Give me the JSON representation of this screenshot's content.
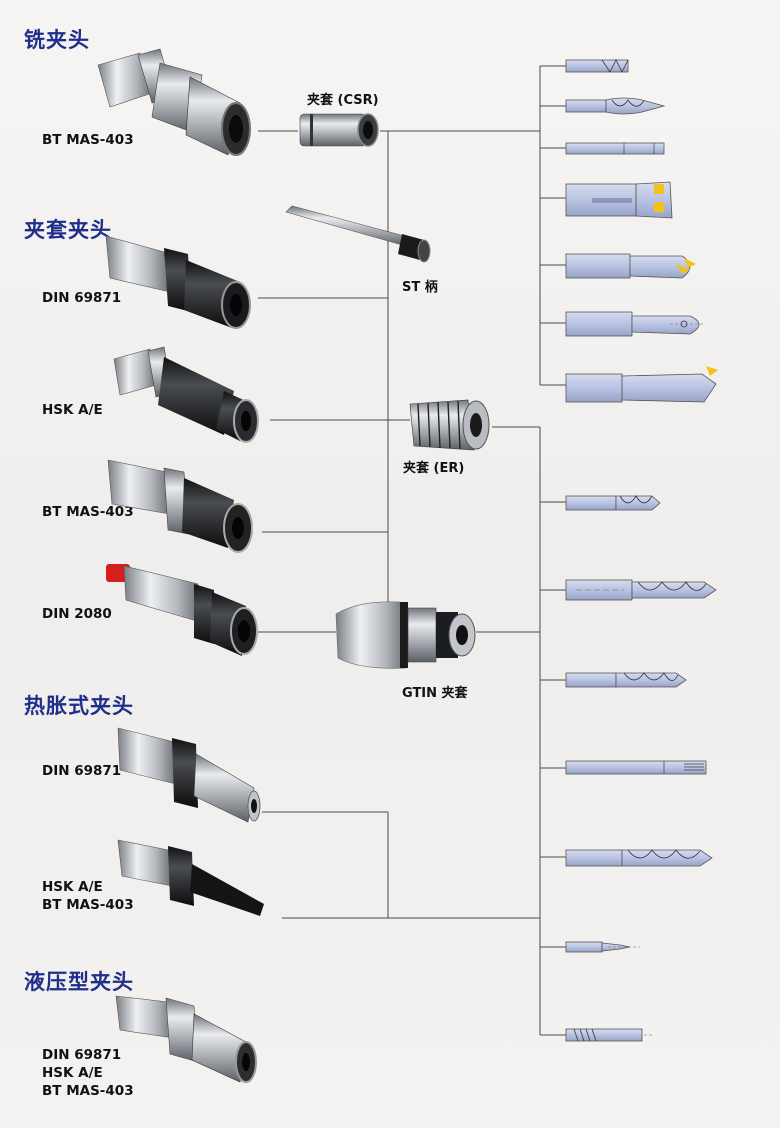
{
  "sections": [
    {
      "title": "铣夹头"
    },
    {
      "title": "夹套夹头"
    },
    {
      "title": "热胀式夹头"
    },
    {
      "title": "液压型夹头"
    }
  ],
  "holders": [
    {
      "lines": [
        "BT MAS-403"
      ]
    },
    {
      "lines": [
        "DIN 69871"
      ]
    },
    {
      "lines": [
        "HSK A/E"
      ]
    },
    {
      "lines": [
        "BT MAS-403"
      ]
    },
    {
      "lines": [
        "DIN 2080"
      ]
    },
    {
      "lines": [
        "DIN 69871"
      ]
    },
    {
      "lines": [
        "HSK A/E",
        "BT MAS-403"
      ]
    },
    {
      "lines": [
        "DIN 69871",
        "HSK A/E",
        "BT MAS-403"
      ]
    }
  ],
  "parts": {
    "csr": "夹套 (CSR)",
    "st": "ST 柄",
    "er": "夹套 (ER)",
    "gtin": "GTIN 夹套"
  },
  "colors": {
    "title": "#1f2f8a",
    "tool_blue": "#b9c3e2",
    "insert_yellow": "#f1c21b",
    "connector": "#4a4a4a"
  }
}
